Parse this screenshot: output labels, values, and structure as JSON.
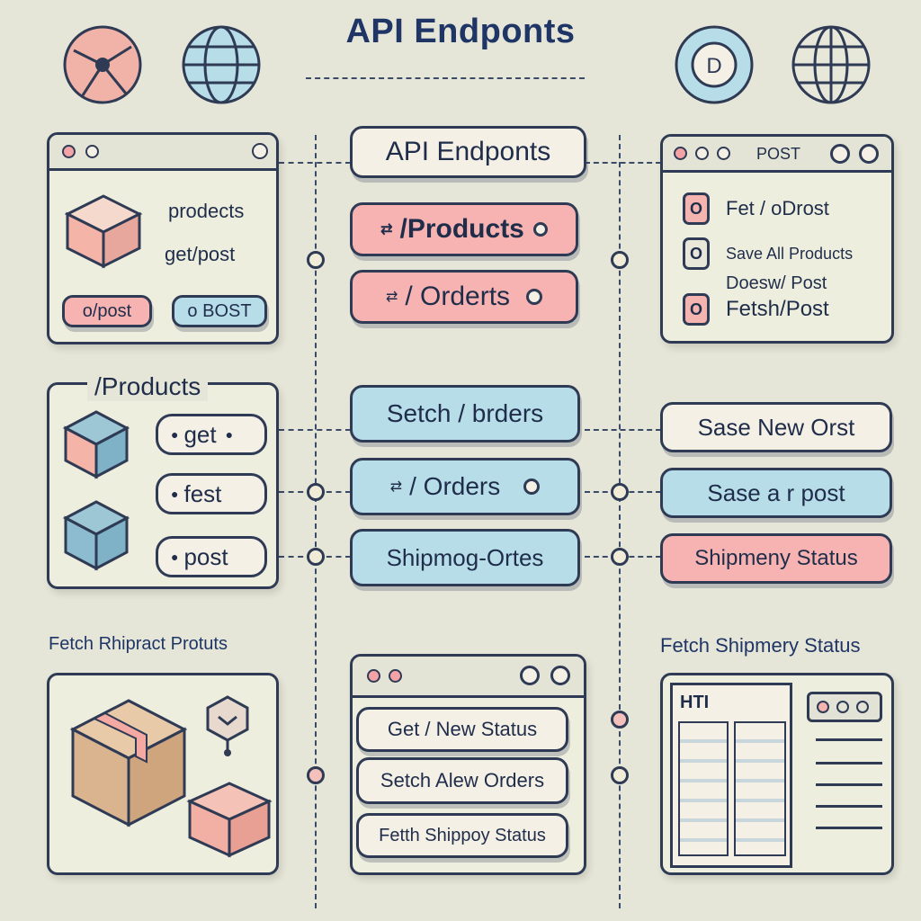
{
  "title": "API Endponts",
  "top_left_window": {
    "label1": "prodects",
    "label2": "get/post",
    "button_left": "o/post",
    "button_right": "o BOST"
  },
  "center_column": {
    "header": "API Endponts",
    "products": "/Products",
    "orders": "/ Orderts",
    "fetch_orders": "Setch / brders",
    "orders2": "/ Orders",
    "shipping": "Shipmog-Ortes"
  },
  "top_right_window": {
    "titlebar": "POST",
    "items": [
      "Fet / oDrost",
      "Save All Products",
      "Doesw/ Post",
      "Fetsh/Post"
    ]
  },
  "middle_left_panel": {
    "header": "/Products",
    "methods": [
      "get",
      "fest",
      "post"
    ]
  },
  "right_pills": [
    "Sase New Orst",
    "Sase a r post",
    "Shipmeny Status"
  ],
  "bottom_left": {
    "caption": "Fetch Rhipract Protuts"
  },
  "bottom_center_window": {
    "items": [
      "Get / New Status",
      "Setch Alew Orders",
      "Fetth Shippoy Status"
    ]
  },
  "bottom_right": {
    "caption": "Fetch Shipmery Status",
    "screen_label": "HTI"
  },
  "colors": {
    "pink": "#f6b3b1",
    "blue": "#b7dde8",
    "cream": "#f5f0e6",
    "ink": "#2f3b55"
  }
}
